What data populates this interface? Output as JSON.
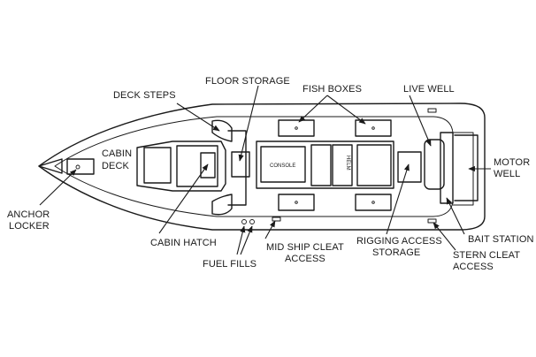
{
  "labels": {
    "deck_steps": "DECK STEPS",
    "floor_storage": "FLOOR STORAGE",
    "fish_boxes": "FISH BOXES",
    "live_well": "LIVE WELL",
    "cabin_deck_1": "CABIN",
    "cabin_deck_2": "DECK",
    "motor_well_1": "MOTOR",
    "motor_well_2": "WELL",
    "anchor_locker_1": "ANCHOR",
    "anchor_locker_2": "LOCKER",
    "cabin_hatch": "CABIN HATCH",
    "fuel_fills": "FUEL FILLS",
    "mid_ship_cleat_1": "MID SHIP CLEAT",
    "mid_ship_cleat_2": "ACCESS",
    "rigging_access_1": "RIGGING ACCESS",
    "rigging_access_2": "STORAGE",
    "bait_station": "BAIT STATION",
    "stern_cleat_1": "STERN CLEAT",
    "stern_cleat_2": "ACCESS",
    "console": "CONSOLE",
    "helm": "HELM"
  },
  "colors": {
    "line": "#1a1a1a",
    "background": "#ffffff"
  }
}
